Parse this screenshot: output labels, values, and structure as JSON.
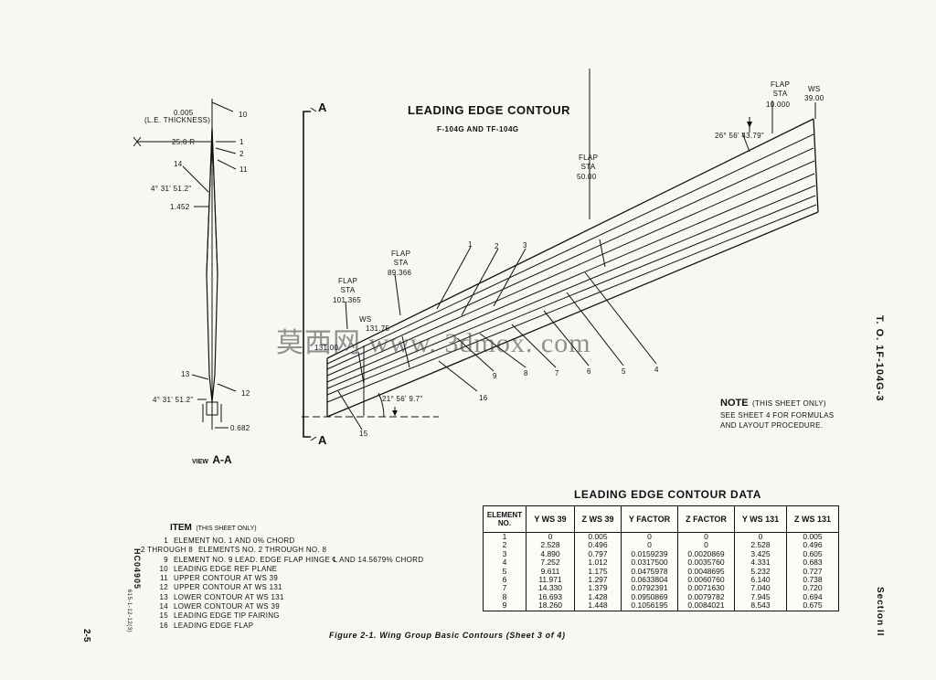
{
  "figure": {
    "title": "LEADING EDGE CONTOUR",
    "subtitle": "F-104G AND TF-104G",
    "caption": "Figure 2-1.  Wing Group Basic Contours  (Sheet 3 of 4)"
  },
  "side_margin": {
    "doc_number": "T. O.  1F-104G-3",
    "section": "Section II",
    "page": "2-5",
    "code1": "HC04905",
    "code2": "615-1-12-12(3)"
  },
  "watermark": "莫西网 www. 3dmox. com",
  "view_labels": {
    "section_a_top": "A",
    "section_a_bottom": "A",
    "view_prefix": "VIEW",
    "view_name": "A-A"
  },
  "section_labels": {
    "le_thickness_value": "0.005",
    "le_thickness_label": "(L.E. THICKNESS)",
    "radius": "25.0 R",
    "angle_top": "4° 31' 51.2\"",
    "dim_1452": "1.452",
    "angle_bottom": "4° 31' 51.2\"",
    "dim_0682": "0.682",
    "callouts": [
      "10",
      "1",
      "2",
      "11",
      "14",
      "13",
      "12"
    ]
  },
  "plan_labels": {
    "flap_sta_label": "FLAP\nSTA",
    "flap_sta_10": "10.000",
    "ws_label": "WS",
    "ws_39": "39.00",
    "angle_tip": "26° 56' 43.79\"",
    "flap_sta_50": "50.00",
    "flap_sta_89": "89.366",
    "flap_sta_101": "101.365",
    "ws_131": "131.75",
    "ws_131b": "131.00",
    "angle_root": "21° 56' 9.7\"",
    "callouts_top": [
      "1",
      "2",
      "3"
    ],
    "callouts_bottom": [
      "9",
      "8",
      "7",
      "6",
      "5",
      "4"
    ],
    "callout_16": "16",
    "callout_15": "15"
  },
  "note": {
    "head": "NOTE",
    "line1": "(THIS SHEET ONLY)",
    "line2": "SEE SHEET 4 FOR FORMULAS",
    "line3": "AND LAYOUT PROCEDURE."
  },
  "items": {
    "head": "ITEM",
    "head_note": "(THIS SHEET ONLY)",
    "rows": [
      {
        "num": "1",
        "text": "ELEMENT NO. 1 AND 0% CHORD"
      },
      {
        "num": "2 THROUGH 8",
        "text": "ELEMENTS NO. 2 THROUGH NO. 8"
      },
      {
        "num": "9",
        "text": "ELEMENT NO. 9 LEAD. EDGE FLAP HINGE ℄ AND 14.5679% CHORD"
      },
      {
        "num": "10",
        "text": "LEADING EDGE REF PLANE"
      },
      {
        "num": "11",
        "text": "UPPER CONTOUR AT WS 39"
      },
      {
        "num": "12",
        "text": "UPPER CONTOUR AT WS 131"
      },
      {
        "num": "13",
        "text": "LOWER CONTOUR AT WS 131"
      },
      {
        "num": "14",
        "text": "LOWER CONTOUR AT WS 39"
      },
      {
        "num": "15",
        "text": "LEADING EDGE TIP FAIRING"
      },
      {
        "num": "16",
        "text": "LEADING EDGE FLAP"
      }
    ]
  },
  "table": {
    "title": "LEADING EDGE CONTOUR DATA",
    "headers": [
      "ELEMENT NO.",
      "Y WS 39",
      "Z WS 39",
      "Y FACTOR",
      "Z FACTOR",
      "Y WS 131",
      "Z WS 131"
    ],
    "rows": [
      [
        "1",
        "0",
        "0.005",
        "0",
        "0",
        "0",
        "0.005"
      ],
      [
        "2",
        "2.528",
        "0.496",
        "0",
        "0",
        "2.528",
        "0.496"
      ],
      [
        "3",
        "4.890",
        "0.797",
        "0.0159239",
        "0.0020869",
        "3.425",
        "0.605"
      ],
      [
        "4",
        "7.252",
        "1.012",
        "0.0317500",
        "0.0035760",
        "4.331",
        "0.683"
      ],
      [
        "5",
        "9.611",
        "1.175",
        "0.0475978",
        "0.0048695",
        "5.232",
        "0.727"
      ],
      [
        "6",
        "11.971",
        "1.297",
        "0.0633804",
        "0.0060760",
        "6.140",
        "0.738"
      ],
      [
        "7",
        "14.330",
        "1.379",
        "0.0792391",
        "0.0071630",
        "7.040",
        "0.720"
      ],
      [
        "8",
        "16.693",
        "1.428",
        "0.0950869",
        "0.0079782",
        "7.945",
        "0.694"
      ],
      [
        "9",
        "18.260",
        "1.448",
        "0.1056195",
        "0.0084021",
        "8.543",
        "0.675"
      ]
    ]
  }
}
